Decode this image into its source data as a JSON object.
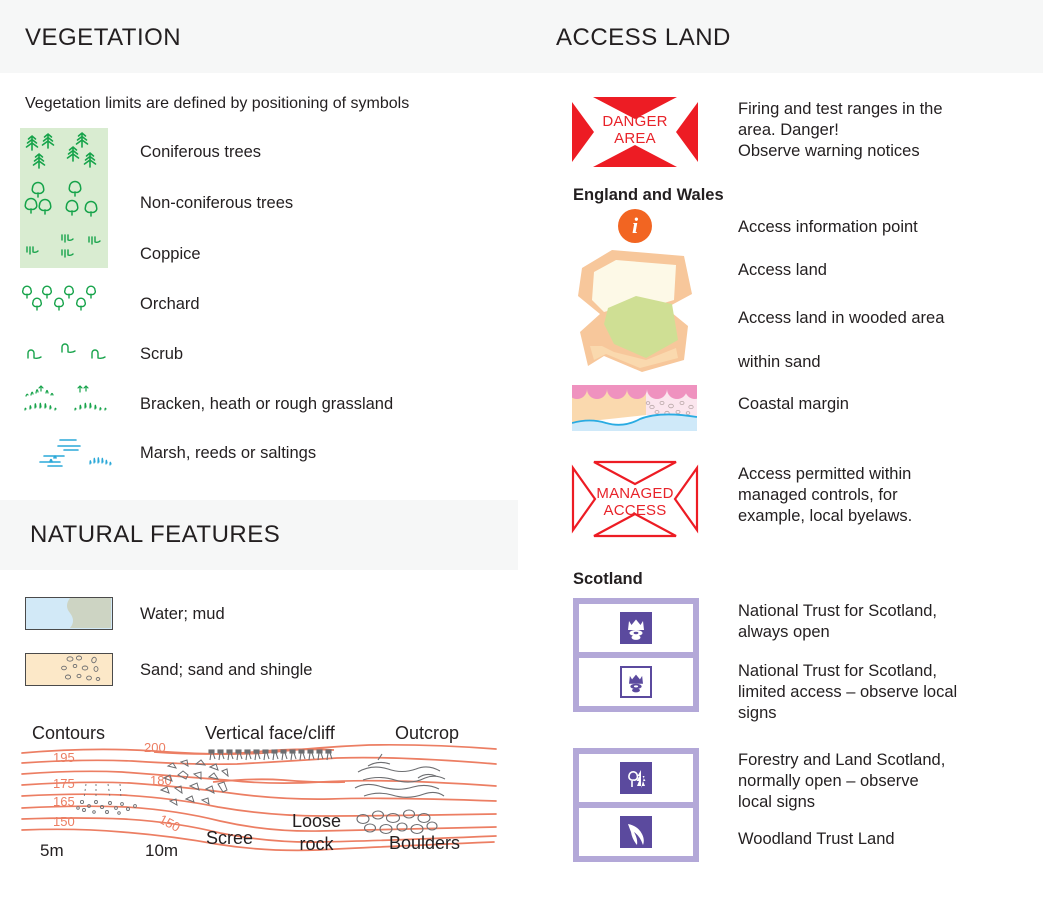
{
  "sections": {
    "vegetation": {
      "title": "VEGETATION",
      "intro": "Vegetation limits are defined by positioning of symbols",
      "items": [
        {
          "label": "Coniferous trees",
          "symbol": "coniferous-trees-symbol"
        },
        {
          "label": "Non-coniferous trees",
          "symbol": "non-coniferous-trees-symbol"
        },
        {
          "label": "Coppice",
          "symbol": "coppice-symbol"
        },
        {
          "label": "Orchard",
          "symbol": "orchard-symbol"
        },
        {
          "label": "Scrub",
          "symbol": "scrub-symbol"
        },
        {
          "label": "Bracken, heath or rough grassland",
          "symbol": "bracken-symbol"
        },
        {
          "label": "Marsh, reeds or saltings",
          "symbol": "marsh-symbol"
        }
      ],
      "colors": {
        "block_fill": "#d9ecd1",
        "symbol_green": "#16a34a",
        "marsh_blue": "#2aa8d8"
      }
    },
    "natural_features": {
      "title": "NATURAL FEATURES",
      "items": [
        {
          "label": "Water; mud",
          "symbol": "water-mud-swatch"
        },
        {
          "label": "Sand; sand and shingle",
          "symbol": "sand-shingle-swatch"
        }
      ],
      "diagram": {
        "name": "contours-relief-diagram",
        "contour_labels": [
          "200",
          "195",
          "180",
          "175",
          "165",
          "150",
          "150"
        ],
        "annotations": [
          {
            "text": "Contours",
            "role": "diagram-label-contours"
          },
          {
            "text": "Vertical face/cliff",
            "role": "diagram-label-cliff"
          },
          {
            "text": "Outcrop",
            "role": "diagram-label-outcrop"
          },
          {
            "text": "Scree",
            "role": "diagram-label-scree"
          },
          {
            "text": "Loose\nrock",
            "role": "diagram-label-loose-rock"
          },
          {
            "text": "Boulders",
            "role": "diagram-label-boulders"
          },
          {
            "text": "5m",
            "role": "contour-interval-5m"
          },
          {
            "text": "10m",
            "role": "contour-interval-10m"
          }
        ],
        "colors": {
          "contour": "#ec7e63",
          "rock": "#6d6e71"
        }
      },
      "colors": {
        "water": "#d2e9f7",
        "mud": "#cdd4c3",
        "sand": "#fce8c8"
      }
    },
    "access_land": {
      "title": "ACCESS LAND",
      "danger": {
        "symbol_line1": "DANGER",
        "symbol_line2": "AREA",
        "label": "Firing and test ranges in the\narea. Danger!\nObserve warning notices"
      },
      "england_wales_heading": "England and Wales",
      "info_point": {
        "glyph": "i",
        "label": "Access information point"
      },
      "area_labels": [
        "Access land",
        "Access land in wooded area",
        "within sand"
      ],
      "coastal_margin_label": "Coastal margin",
      "managed": {
        "symbol_line1": "MANAGED",
        "symbol_line2": "ACCESS",
        "label": "Access permitted within\nmanaged controls, for\nexample, local byelaws."
      },
      "scotland_heading": "Scotland",
      "scotland_items": [
        {
          "label": "National Trust for Scotland,\nalways open",
          "symbol": "nts-crown-chip-filled"
        },
        {
          "label": "National Trust for Scotland,\nlimited access – observe local\nsigns",
          "symbol": "nts-crown-chip-outline"
        },
        {
          "label": "Forestry and Land Scotland,\nnormally open – observe\nlocal signs",
          "symbol": "forestry-trees-chip"
        },
        {
          "label": "Woodland Trust Land",
          "symbol": "woodland-trust-leaf-chip"
        }
      ],
      "colors": {
        "danger_red": "#ed1c24",
        "info_orange": "#f26522",
        "access_border": "#f7c79b",
        "access_fill": "#fdf9e7",
        "wooded_fill": "#cfdf94",
        "sand_fill": "#fad9ae",
        "coastal_pink": "#f19ec2",
        "purple": "#5b4a9e",
        "purple_light": "#b3a8d8"
      }
    }
  }
}
